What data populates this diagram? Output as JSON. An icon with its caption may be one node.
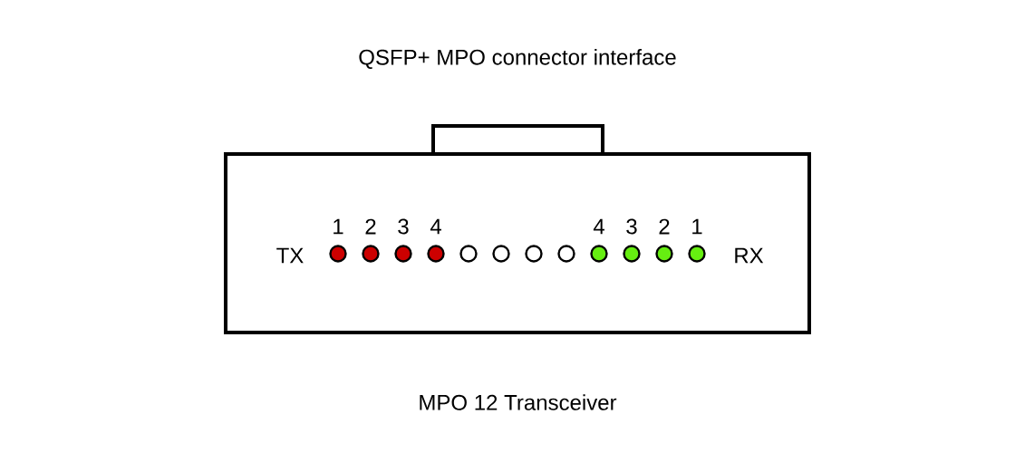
{
  "diagram": {
    "title": "QSFP+ MPO connector interface",
    "caption": "MPO 12 Transceiver",
    "labels": [
      "1",
      "2",
      "3",
      "4",
      "4",
      "3",
      "2",
      "1",
      "TX",
      "RX"
    ]
  }
}
